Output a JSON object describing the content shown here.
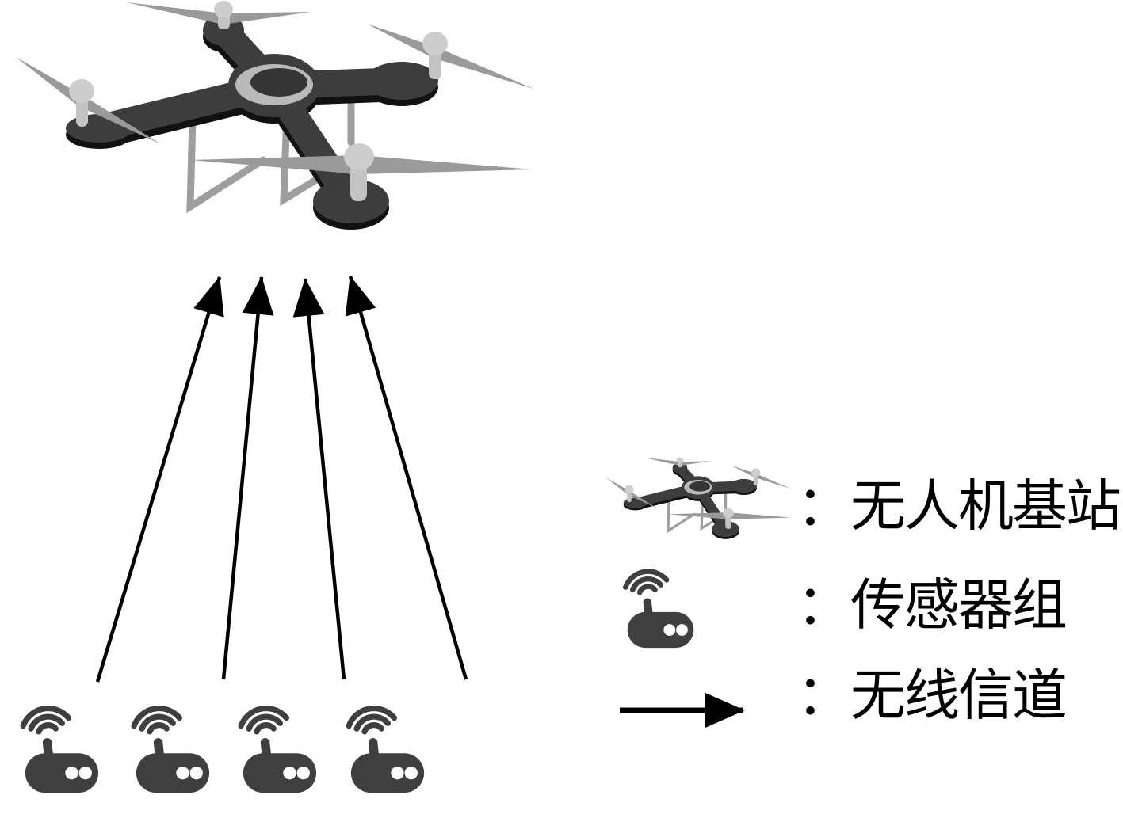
{
  "legend": {
    "items": [
      {
        "icon": "drone-icon",
        "text": "：无人机基站"
      },
      {
        "icon": "wifi-sensor-icon",
        "text": "：传感器组"
      },
      {
        "icon": "arrow-icon",
        "text": "：无线信道"
      }
    ]
  },
  "diagram": {
    "uav_count": 1,
    "sensor_count": 4,
    "wireless_link_count": 4
  },
  "colors": {
    "background": "#ffffff",
    "drone_body": "#3d3d3d",
    "drone_shadow": "#111111",
    "propeller": "#9a9a9a",
    "motor_post": "#c3c3c3",
    "motor_cap": "#cdcdcd",
    "hub_ring": "#b9b9b9",
    "landing_gear": "#9e9e9e",
    "sensor": "#3f3f3f",
    "arrow": "#000000",
    "text": "#000000"
  }
}
